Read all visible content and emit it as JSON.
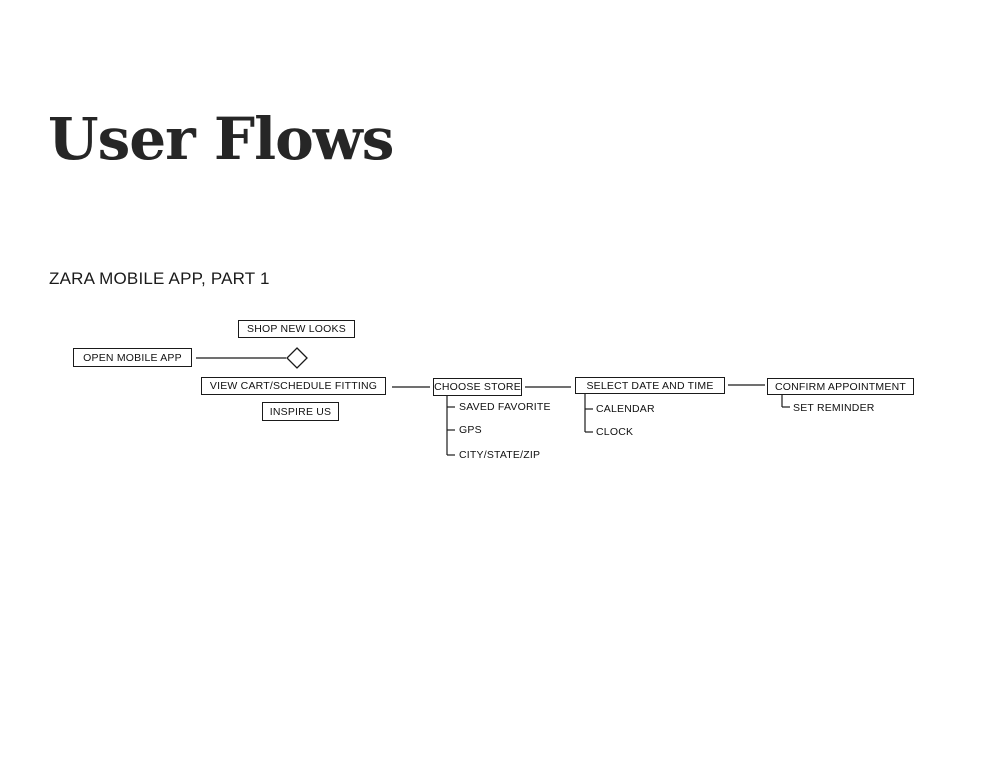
{
  "title": "User Flows",
  "subtitle": "ZARA MOBILE APP, PART 1",
  "nodes": {
    "open_app": "OPEN MOBILE APP",
    "shop_new_looks": "SHOP NEW LOOKS",
    "view_cart": "VIEW CART/SCHEDULE FITTING",
    "inspire_us": "INSPIRE US",
    "choose_store": "CHOOSE STORE",
    "select_date_time": "SELECT DATE AND TIME",
    "confirm_appointment": "CONFIRM APPOINTMENT"
  },
  "choose_store_options": [
    "SAVED FAVORITE",
    "GPS",
    "CITY/STATE/ZIP"
  ],
  "date_time_options": [
    "CALENDAR",
    "CLOCK"
  ],
  "confirm_options": [
    "SET REMINDER"
  ],
  "colors": {
    "ink": "#1a1a1a",
    "title": "#262626",
    "background": "#ffffff"
  }
}
